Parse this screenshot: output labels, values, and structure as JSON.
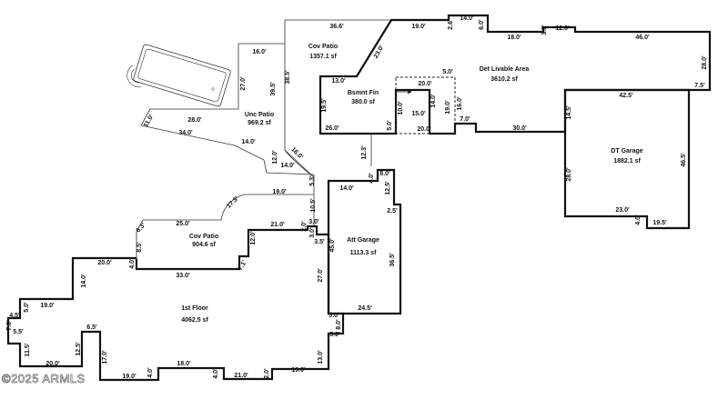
{
  "rooms": [
    {
      "id": "cov-patio-top",
      "name": "Cov Patio",
      "area": "1357.1 sf"
    },
    {
      "id": "det-livable",
      "name": "Det Livable Area",
      "area": "3610.2 sf"
    },
    {
      "id": "bsmnt-fin",
      "name": "Bsmnt Fin",
      "area": "380.0 sf"
    },
    {
      "id": "unc-patio",
      "name": "Unc Patio",
      "area": "969.2 sf"
    },
    {
      "id": "dt-garage",
      "name": "DT Garage",
      "area": "1882.1 sf"
    },
    {
      "id": "att-garage",
      "name": "Att Garage",
      "area": "1113.3 sf"
    },
    {
      "id": "cov-patio-mid",
      "name": "Cov Patio",
      "area": "904.6 sf"
    },
    {
      "id": "first-floor",
      "name": "1st Floor",
      "area": "4062.5 sf"
    }
  ],
  "dimensions": [
    "36.6'",
    "19.0'",
    "2.6'",
    "14.0'",
    "6.0'",
    "18.0'",
    "3.0'",
    "12.0'",
    "46.0'",
    "28.0'",
    "7.5'",
    "42.5'",
    "14.5'",
    "46.5'",
    "28.0'",
    "23.0'",
    "4.0'",
    "19.5'",
    "30.0'",
    "7.0'",
    "16.0'",
    "19.0'",
    "5.0'",
    "20.0'",
    "14.0'",
    "15.0'",
    "10.0'",
    "20.0'",
    "5.0'",
    "26.0'",
    "19.5'",
    "13.0'",
    "23.0'",
    "12.3'",
    "8.0'",
    "4.0'",
    "12.5'",
    "2.5'",
    "14.0'",
    "36.5'",
    "24.5'",
    "45.0'",
    "27.0'",
    "16.0'",
    "27.0'",
    "39.5'",
    "38.5'",
    "11.0'",
    "28.0'",
    "34.0'",
    "14.0'",
    "12.0'",
    "14.0'",
    "16.0'",
    "5.3'",
    "19.0'",
    "17.3'",
    "10.5'",
    "2.0'",
    "3.0'",
    "3.0'",
    "3.5'",
    "25.0'",
    "6.3'",
    "8.5'",
    "21.0'",
    "12.0'",
    "7.1'",
    "33.0'",
    "4.0'",
    "20.0'",
    "14.0'",
    "5.0'",
    "19.0'",
    "4.5'",
    "7.0'",
    "5.5'",
    "11.5'",
    "20.0'",
    "12.5'",
    "6.5'",
    "17.0'",
    "19.0'",
    "4.0'",
    "18.0'",
    "4.0'",
    "21.0'",
    "2.0'",
    "19.0'",
    "13.0'",
    "5.0'",
    "8.0'",
    "5.0'"
  ],
  "copyright": "©2025 ARMLS",
  "colors": {
    "wall": "#111111",
    "background": "#ffffff"
  }
}
